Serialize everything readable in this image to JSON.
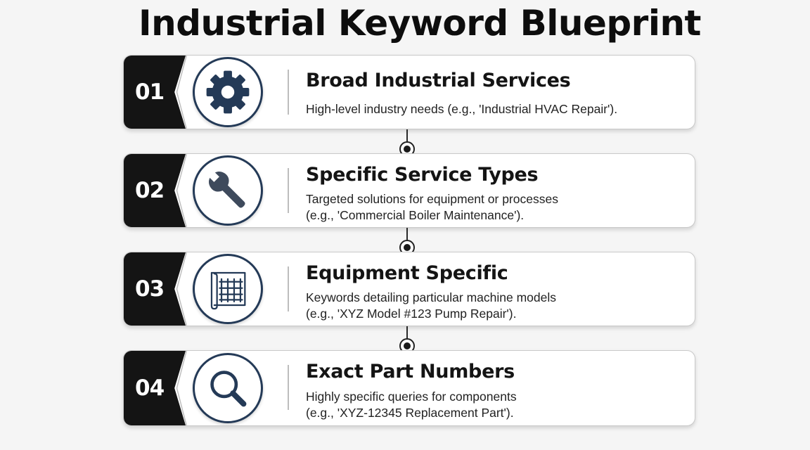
{
  "title": "Industrial Keyword Blueprint",
  "colors": {
    "tab": "#141414",
    "icon_stroke": "#243a57",
    "card_border": "#c9c9c9"
  },
  "steps": [
    {
      "number": "01",
      "icon": "gear-icon",
      "heading": "Broad Industrial Services",
      "lines": [
        "High-level industry needs (e.g., 'Industrial HVAC Repair')."
      ]
    },
    {
      "number": "02",
      "icon": "wrench-icon",
      "heading": "Specific Service Types",
      "lines": [
        "Targeted solutions for equipment or processes",
        "(e.g., 'Commercial Boiler Maintenance')."
      ]
    },
    {
      "number": "03",
      "icon": "blueprint-icon",
      "heading": "Equipment Specific",
      "lines": [
        "Keywords detailing particular machine models",
        "(e.g., 'XYZ Model #123 Pump Repair')."
      ]
    },
    {
      "number": "04",
      "icon": "magnifier-icon",
      "heading": "Exact Part Numbers",
      "lines": [
        "Highly specific queries for components",
        "(e.g., 'XYZ-12345 Replacement Part')."
      ]
    }
  ]
}
